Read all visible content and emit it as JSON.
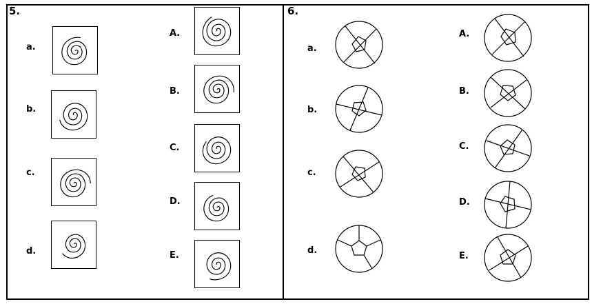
{
  "question5": {
    "number": "5.",
    "problem_labels": [
      "a.",
      "b.",
      "c.",
      "d."
    ],
    "answer_labels": [
      "A.",
      "B.",
      "C.",
      "D.",
      "E."
    ]
  },
  "question6": {
    "number": "6.",
    "problem_labels": [
      "a.",
      "b.",
      "c.",
      "d."
    ],
    "answer_labels": [
      "A.",
      "B.",
      "C.",
      "D.",
      "E."
    ]
  }
}
